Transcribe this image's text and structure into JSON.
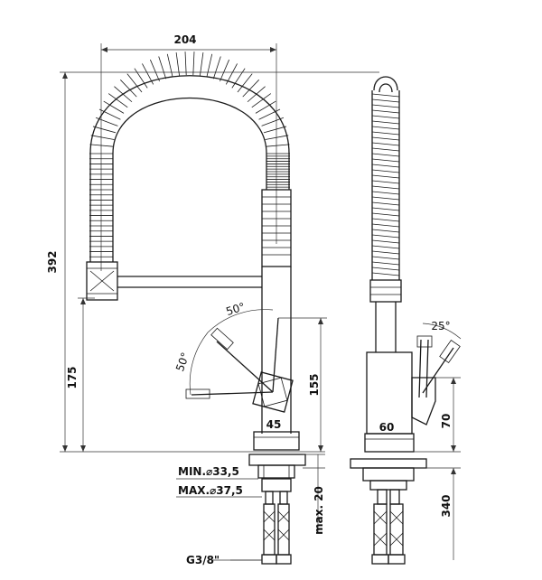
{
  "dimensions": {
    "width_top": "204",
    "height_total": "392",
    "height_spout": "175",
    "height_body": "155",
    "body_width_front": "45",
    "body_width_side": "60",
    "height_lever_side": "70",
    "depth_below": "340",
    "max_thickness": "max. 20",
    "angle_lever_1": "50°",
    "angle_lever_2": "50°",
    "angle_side": "25°",
    "hole_min": "MIN.⌀33,5",
    "hole_max": "MAX.⌀37,5",
    "thread": "G3/8\""
  }
}
